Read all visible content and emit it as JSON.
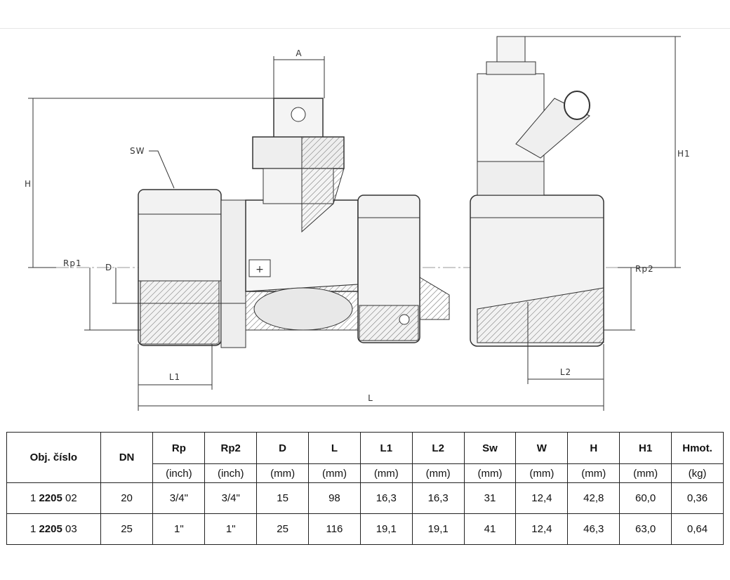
{
  "drawing": {
    "labels": {
      "A": "A",
      "SW": "SW",
      "H": "H",
      "H1": "H1",
      "Rp1": "Rp1",
      "Rp2": "Rp2",
      "D": "D",
      "L1": "L1",
      "L2": "L2",
      "L": "L"
    }
  },
  "table": {
    "headers": [
      "Obj. číslo",
      "DN",
      "Rp",
      "Rp2",
      "D",
      "L",
      "L1",
      "L2",
      "Sw",
      "W",
      "H",
      "H1",
      "Hmot."
    ],
    "units": [
      "(inch)",
      "(inch)",
      "(mm)",
      "(mm)",
      "(mm)",
      "(mm)",
      "(mm)",
      "(mm)",
      "(mm)",
      "(mm)",
      "(kg)"
    ],
    "rows": [
      {
        "obj_prefix": "1",
        "obj_bold": "2205",
        "obj_suffix": "02",
        "values": [
          "20",
          "3/4\"",
          "3/4\"",
          "15",
          "98",
          "16,3",
          "16,3",
          "31",
          "12,4",
          "42,8",
          "60,0",
          "0,36"
        ]
      },
      {
        "obj_prefix": "1",
        "obj_bold": "2205",
        "obj_suffix": "03",
        "values": [
          "25",
          "1\"",
          "1\"",
          "25",
          "116",
          "19,1",
          "19,1",
          "41",
          "12,4",
          "46,3",
          "63,0",
          "0,64"
        ]
      }
    ]
  }
}
